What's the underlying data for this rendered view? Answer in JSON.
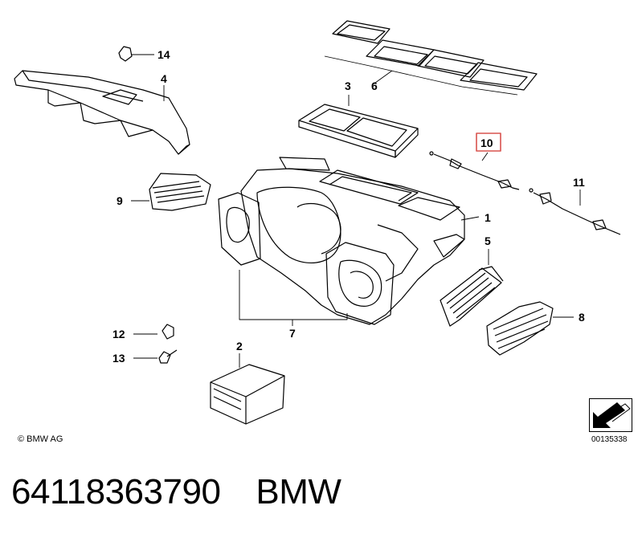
{
  "callouts": {
    "c1": "1",
    "c2": "2",
    "c3": "3",
    "c4": "4",
    "c5": "5",
    "c6": "6",
    "c7": "7",
    "c8": "8",
    "c9": "9",
    "c10": "10",
    "c11": "11",
    "c12": "12",
    "c13": "13",
    "c14": "14"
  },
  "highlight_color": "#d9534f",
  "copyright": "© BMW AG",
  "reference_number": "00135338",
  "footer": {
    "part_number": "64118363790",
    "brand": "BMW"
  }
}
